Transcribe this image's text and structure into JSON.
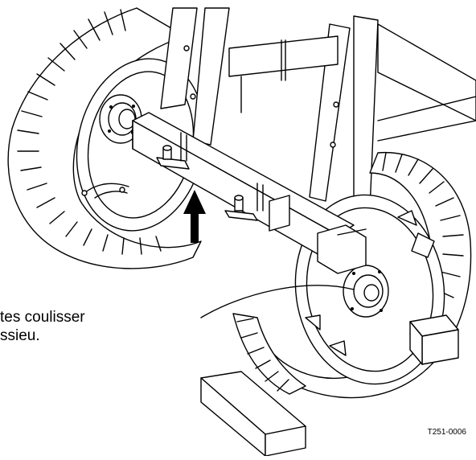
{
  "caption": {
    "line1": "tes coulisser",
    "line2": "ssieu."
  },
  "figure_ref": "T251-0006",
  "icons": {
    "arrow": "arrow-up-icon"
  }
}
